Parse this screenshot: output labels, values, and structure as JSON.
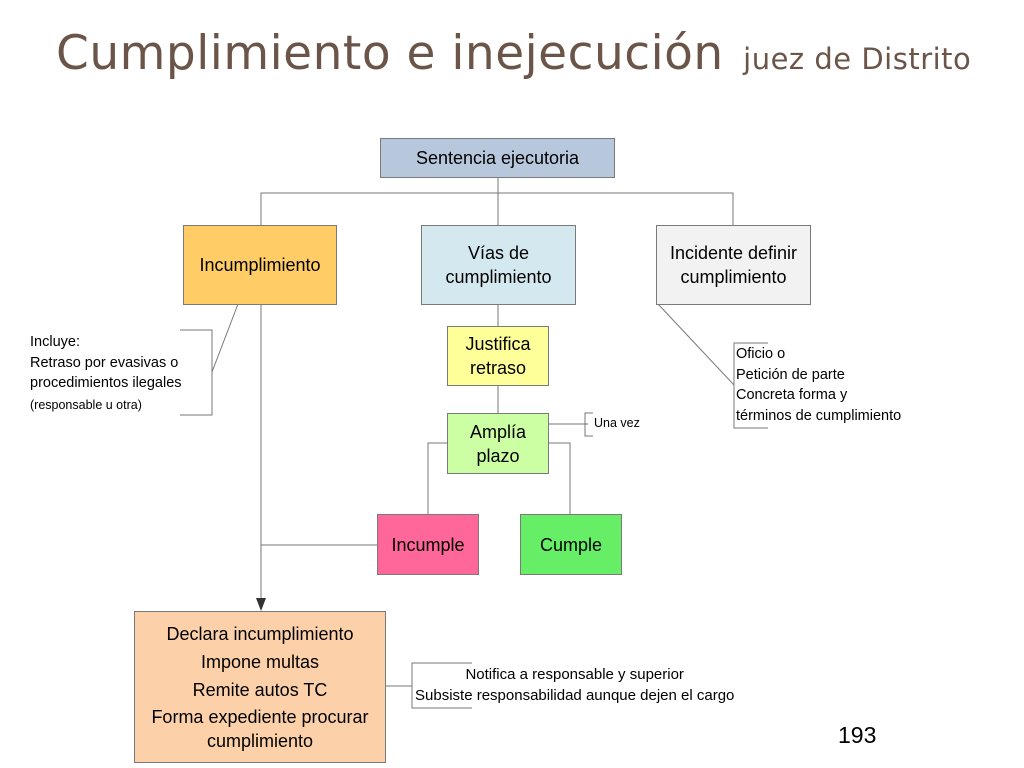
{
  "title": {
    "main": "Cumplimiento e inejecución",
    "sub": "juez de Distrito"
  },
  "nodes": {
    "sentencia": "Sentencia ejecutoria",
    "incumplimiento": "Incumplimiento",
    "vias": [
      "Vías de",
      "cumplimiento"
    ],
    "incidente": [
      "Incidente definir",
      "cumplimiento"
    ],
    "justifica": [
      "Justifica",
      "retraso"
    ],
    "amplia": [
      "Amplía",
      "plazo"
    ],
    "incumple": "Incumple",
    "cumple": "Cumple",
    "declara": [
      "Declara incumplimiento",
      "Impone multas",
      "Remite autos TC",
      "Forma expediente procurar",
      "cumplimiento"
    ]
  },
  "notes": {
    "incluye": [
      "Incluye:",
      "Retraso por evasivas o",
      "procedimientos ilegales",
      "(responsable u otra)"
    ],
    "una_vez": "Una vez",
    "oficio": [
      "Oficio o",
      "Petición de parte",
      "Concreta forma y",
      "términos de cumplimiento"
    ],
    "notifica": [
      "Notifica a responsable y superior",
      "Subsiste responsabilidad aunque dejen el cargo"
    ]
  },
  "colors": {
    "title": "#6b5448",
    "sentencia": "#b8c8dc",
    "incumplimiento": "#ffcc66",
    "vias": "#d4e9ef",
    "incidente": "#f2f2f2",
    "justifica": "#ffff99",
    "amplia": "#ccffa3",
    "incumple": "#ff6699",
    "cumple": "#66ee66",
    "declara": "#fcd0a8"
  },
  "page_number": "193"
}
